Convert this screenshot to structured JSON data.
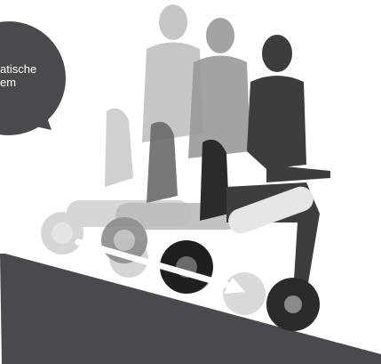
{
  "callout": {
    "line1": "atische",
    "line2": "em"
  },
  "colors": {
    "ramp": "#4a4a4e",
    "bubble": "#4a4a4e",
    "figure_dark": "#3d3d40",
    "figure_mid": "#8a8a8a",
    "figure_light": "#b9b9b9",
    "arrow": "#ffffff"
  },
  "icons": [
    "speech-bubble",
    "ramp",
    "wheelchair-user-silhouette",
    "motion-arrow"
  ]
}
